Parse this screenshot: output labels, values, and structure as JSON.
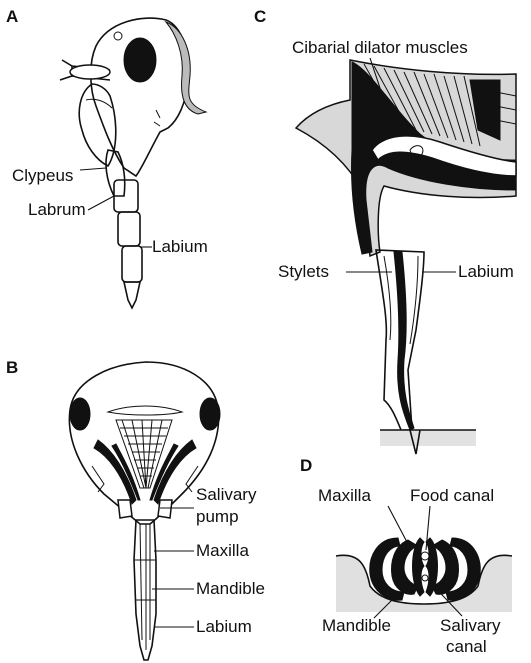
{
  "panels": {
    "A": {
      "letter": "A",
      "labels": {
        "clypeus": "Clypeus",
        "labrum": "Labrum",
        "labium": "Labium"
      }
    },
    "B": {
      "letter": "B",
      "labels": {
        "salivary_pump_line1": "Salivary",
        "salivary_pump_line2": "pump",
        "maxilla": "Maxilla",
        "mandible": "Mandible",
        "labium": "Labium"
      }
    },
    "C": {
      "letter": "C",
      "labels": {
        "cibarial": "Cibarial dilator muscles",
        "stylets": "Stylets",
        "labium": "Labium"
      }
    },
    "D": {
      "letter": "D",
      "labels": {
        "maxilla": "Maxilla",
        "food_canal": "Food canal",
        "mandible": "Mandible",
        "salivary_canal_line1": "Salivary",
        "salivary_canal_line2": "canal"
      }
    }
  }
}
